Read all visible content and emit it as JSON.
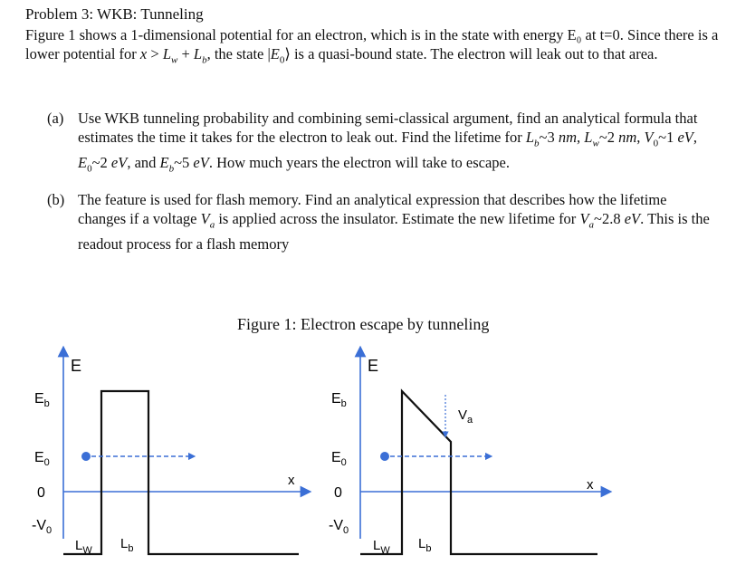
{
  "problem": {
    "title": "Problem 3: WKB: Tunneling",
    "intro": "Figure 1 shows a 1-dimensional potential for an electron, which is in the state with energy E₀ at t=0. Since there is a lower potential for x > L_w + L_b, the state |E₀⟩ is a quasi-bound state. The electron will leak out to that area."
  },
  "parts": {
    "a": {
      "label": "(a)",
      "text": "Use WKB tunneling probability and combining semi-classical argument, find an analytical formula that estimates the time it takes for the electron to leak out. Find the lifetime for L_b~3 nm, L_w~2 nm, V₀~1 eV, E₀~2 eV, and E_b~5 eV. How much years the electron will take to escape."
    },
    "b": {
      "label": "(b)",
      "text": "The feature is used for flash memory. Find an analytical expression that describes how the lifetime changes if a voltage V_a is applied across the insulator. Estimate the new lifetime for V_a~2.8 eV. This is the readout process for a flash memory"
    }
  },
  "figure": {
    "caption": "Figure 1: Electron escape by tunneling",
    "left_panel": {
      "axis_y": "E",
      "axis_x": "x",
      "levels": [
        "Eb",
        "E0",
        "0",
        "-V0"
      ],
      "regions": [
        "Lw",
        "Lb"
      ]
    },
    "right_panel": {
      "axis_y": "E",
      "axis_x": "x",
      "levels": [
        "Eb",
        "E0",
        "0",
        "-V0"
      ],
      "regions": [
        "Lw",
        "Lb"
      ],
      "applied": "Va"
    },
    "colors": {
      "axis": "#3b6fd6",
      "curve": "#111111",
      "dot": "#3b6fd6"
    }
  }
}
